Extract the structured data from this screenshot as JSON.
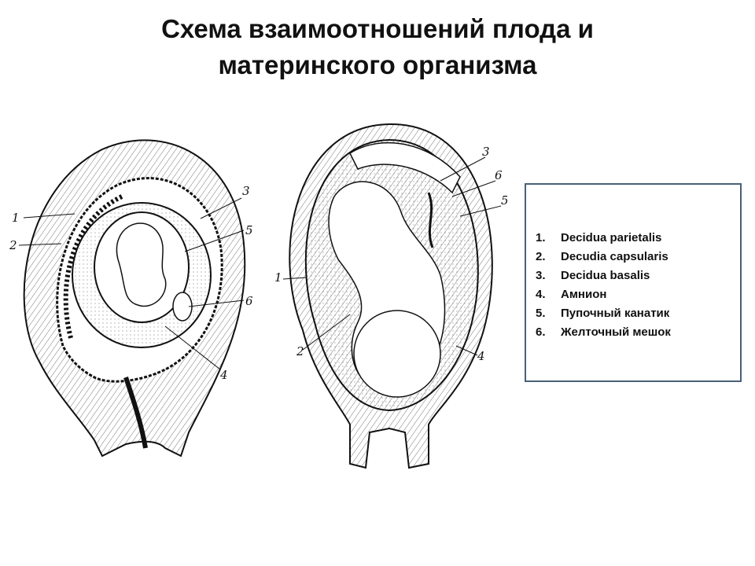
{
  "title": {
    "line1": "Схема взаимоотношений плода и",
    "line2": "материнского организма"
  },
  "figure_left": {
    "labels": [
      "1",
      "2",
      "3",
      "5",
      "6",
      "4"
    ]
  },
  "figure_right": {
    "labels": [
      "3",
      "6",
      "5",
      "1",
      "2",
      "4"
    ]
  },
  "legend": {
    "items": [
      {
        "num": "1.",
        "text": "Decidua parietalis"
      },
      {
        "num": "2.",
        "text": "Decudia capsularis"
      },
      {
        "num": "3.",
        "text": "Decidua basalis"
      },
      {
        "num": "4.",
        "text": "Амнион"
      },
      {
        "num": "5.",
        "text": "Пупочный канатик"
      },
      {
        "num": "6.",
        "text": "Желточный мешок"
      }
    ]
  },
  "colors": {
    "text": "#111111",
    "legend_border": "#4a6078",
    "stipple": "#888888"
  }
}
